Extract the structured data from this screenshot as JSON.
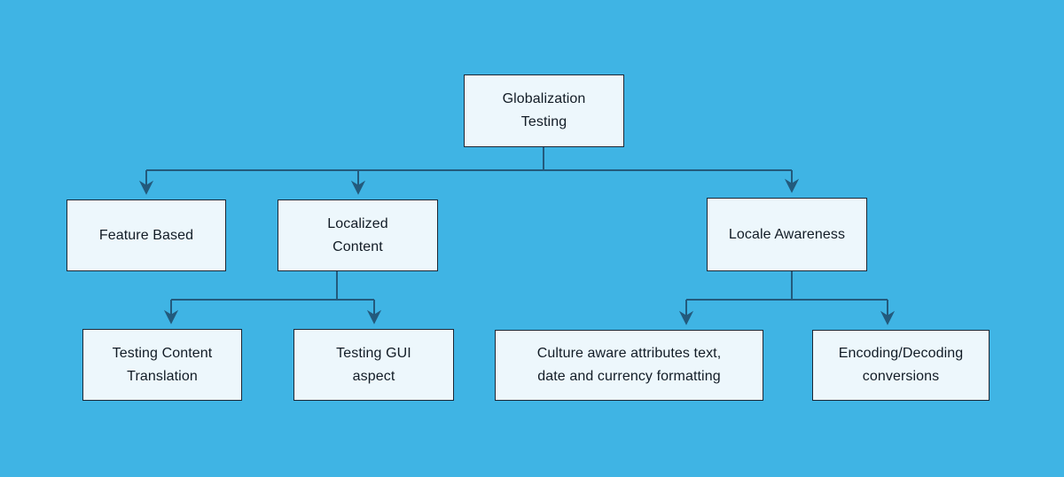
{
  "diagram": {
    "type": "flowchart",
    "title": "Globalization Testing",
    "theme": {
      "canvas-bg": "#3fb4e4",
      "node-bg": "#edf7fc",
      "node-border": "#1d2734",
      "connector": "#235a7c",
      "text": "#121c26"
    },
    "nodes": [
      {
        "id": "globalization-testing",
        "label": [
          "Globalization",
          "Testing"
        ],
        "level": 0
      },
      {
        "id": "feature-based",
        "label": [
          "Feature Based"
        ],
        "level": 1
      },
      {
        "id": "localized-content",
        "label": [
          "Localized",
          "Content"
        ],
        "level": 1
      },
      {
        "id": "locale-awareness",
        "label": [
          "Locale Awareness"
        ],
        "level": 1
      },
      {
        "id": "testing-content-translation",
        "label": [
          "Testing Content",
          "Translation"
        ],
        "level": 2
      },
      {
        "id": "testing-gui-aspect",
        "label": [
          "Testing GUI",
          "aspect"
        ],
        "level": 2
      },
      {
        "id": "culture-aware-formatting",
        "label": [
          "Culture aware attributes text,",
          "date and currency formatting"
        ],
        "level": 2
      },
      {
        "id": "encoding-decoding-conversions",
        "label": [
          "Encoding/Decoding",
          "conversions"
        ],
        "level": 2
      }
    ],
    "edges": [
      {
        "from": "globalization-testing",
        "to": "feature-based"
      },
      {
        "from": "globalization-testing",
        "to": "localized-content"
      },
      {
        "from": "globalization-testing",
        "to": "locale-awareness"
      },
      {
        "from": "localized-content",
        "to": "testing-content-translation"
      },
      {
        "from": "localized-content",
        "to": "testing-gui-aspect"
      },
      {
        "from": "locale-awareness",
        "to": "culture-aware-formatting"
      },
      {
        "from": "locale-awareness",
        "to": "encoding-decoding-conversions"
      }
    ]
  }
}
